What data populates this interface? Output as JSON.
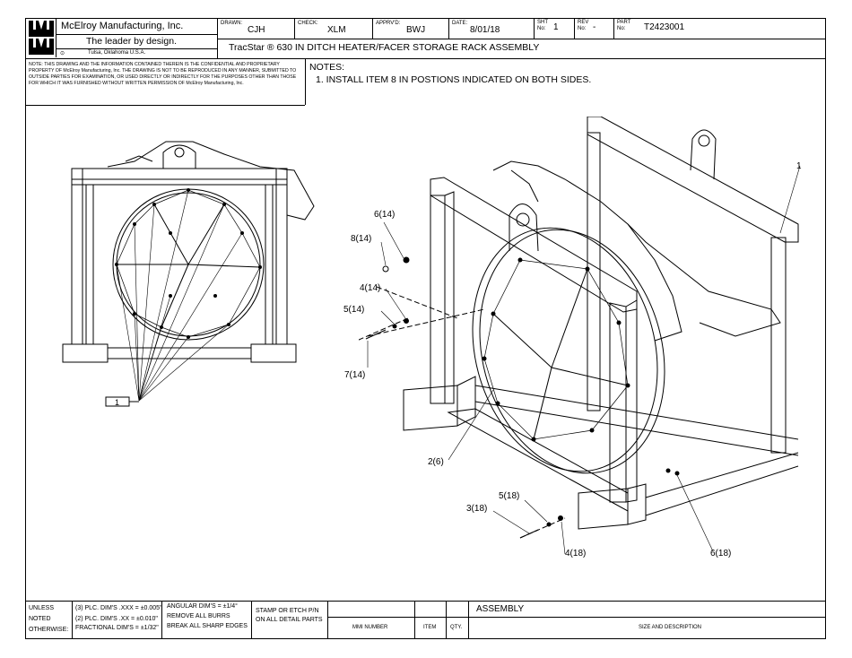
{
  "title_block": {
    "logo_text": "MMI",
    "company": "McElroy Manufacturing, Inc.",
    "slogan": "The leader by design.",
    "location": "Tulsa, Oklahoma U.S.A.",
    "drawn_label": "DRAWN:",
    "drawn_value": "CJH",
    "check_label": "CHECK:",
    "check_value": "XLM",
    "apprvd_label": "APPRV'D:",
    "apprvd_value": "BWJ",
    "date_label": "DATE:",
    "date_value": "8/01/18",
    "sht_label_1": "SHT",
    "sht_label_2": "No:",
    "sht_value": "1",
    "rev_label_1": "REV",
    "rev_label_2": "No:",
    "rev_value": "-",
    "part_label_1": "PART",
    "part_label_2": "No:",
    "part_value": "T2423001",
    "drawing_title": "TracStar ® 630 IN DITCH HEATER/FACER STORAGE RACK ASSEMBLY"
  },
  "confidential": "NOTE: THIS DRAWING AND THE INFORMATION CONTAINED THEREIN IS THE CONFIDENTIAL AND PROPRIETARY PROPERTY OF McElroy Manufacturing, Inc. THE DRAWING IS NOT TO BE REPRODUCED IN ANY MANNER, SUBMITTED TO OUTSIDE PARTIES FOR EXAMINATION, OR USED DIRECTLY OR INDIRECTLY FOR THE PURPOSES OTHER THAN THOSE FOR WHICH IT WAS FURNISHED WITHOUT WRITTEN PERMISSION OF McElroy Manufacturing, Inc.",
  "notes": {
    "heading": "NOTES:",
    "items": [
      "1. INSTALL ITEM 8 IN POSTIONS INDICATED ON BOTH SIDES."
    ]
  },
  "callouts": {
    "c1": "1",
    "c2": "2(6)",
    "c3": "3(18)",
    "c4a": "4(14)",
    "c4b": "4(18)",
    "c5a": "5(14)",
    "c5b": "5(18)",
    "c6a": "6(14)",
    "c6b": "6(18)",
    "c7": "7(14)",
    "c8": "8(14)",
    "balloon": "1"
  },
  "bottom_block": {
    "unless": "UNLESS",
    "noted": "NOTED",
    "otherwise": "OTHERWISE:",
    "tol1": "(3) PLC. DIM'S .XXX = ±0.005\"",
    "tol2": "(2) PLC. DIM'S .XX = ±0.010\"",
    "tol3": "FRACTIONAL DIM'S = ±1/32\"",
    "ang1": "ANGULAR DIM'S = ±1/4°",
    "ang2": "REMOVE ALL BURRS",
    "ang3": "BREAK ALL SHARP EDGES",
    "stamp1": "STAMP OR ETCH P/N",
    "stamp2": "ON ALL DETAIL PARTS",
    "assembly": "ASSEMBLY",
    "mmi_number": "MMI NUMBER",
    "item": "ITEM",
    "qty": "QTY.",
    "size_desc": "SIZE AND DESCRIPTION"
  }
}
